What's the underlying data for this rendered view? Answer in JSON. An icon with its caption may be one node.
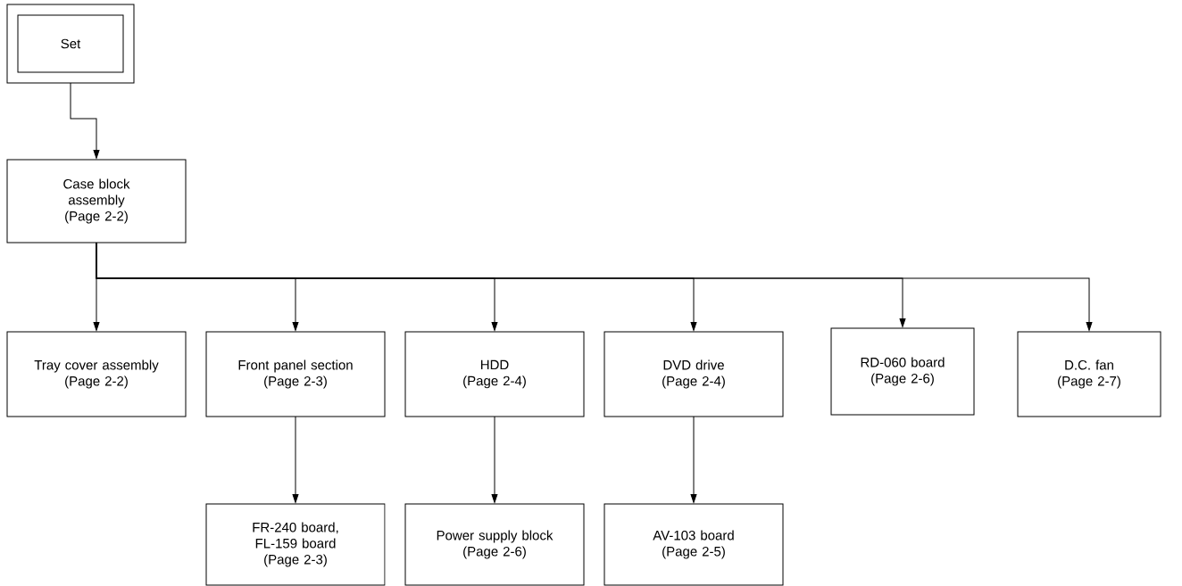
{
  "diagram": {
    "nodes": [
      {
        "text": [
          "Set"
        ]
      },
      {
        "text": [
          "Case block assembly",
          "(Page 2-2)"
        ]
      },
      {
        "text": [
          "Tray cover assembly",
          "(Page 2-2)"
        ]
      },
      {
        "text": [
          "Front panel section",
          "(Page 2-3)"
        ]
      },
      {
        "text": [
          "HDD",
          "(Page 2-4)"
        ]
      },
      {
        "text": [
          "DVD drive",
          "(Page 2-4)"
        ]
      },
      {
        "text": [
          "RD-060 board",
          "(Page 2-6)"
        ]
      },
      {
        "text": [
          "D.C. fan",
          "(Page 2-7)"
        ]
      },
      {
        "text": [
          "FR-240 board, FL-159 board",
          "(Page 2-3)"
        ]
      },
      {
        "text": [
          "Power supply block",
          "(Page 2-6)"
        ]
      },
      {
        "text": [
          "AV-103 board",
          "(Page 2-5)"
        ]
      }
    ],
    "edges": [
      {
        "from": 0,
        "to": 1,
        "arrow": "to"
      },
      {
        "from": 1,
        "to": 2,
        "arrow": "to"
      },
      {
        "from": 1,
        "to": 3,
        "arrow": "to"
      },
      {
        "from": 1,
        "to": 4,
        "arrow": "to"
      },
      {
        "from": 1,
        "to": 5,
        "arrow": "to"
      },
      {
        "from": 1,
        "to": 6,
        "arrow": "to"
      },
      {
        "from": 1,
        "to": 7,
        "arrow": "to"
      },
      {
        "from": 3,
        "to": 8,
        "arrow": "to"
      },
      {
        "from": 4,
        "to": 9,
        "arrow": "to"
      },
      {
        "from": 5,
        "to": 10,
        "arrow": "to"
      }
    ]
  }
}
